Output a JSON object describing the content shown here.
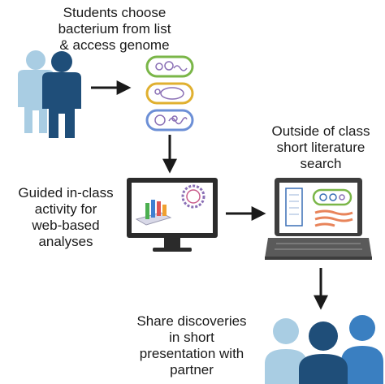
{
  "steps": {
    "choose": {
      "lines": [
        "Students choose",
        "bacterium from list",
        "& access genome"
      ]
    },
    "guided": {
      "lines": [
        "Guided in-class",
        "activity for",
        "web-based",
        "analyses"
      ]
    },
    "outside": {
      "lines": [
        "Outside of class",
        "short literature",
        "search"
      ]
    },
    "share": {
      "lines": [
        "Share discoveries",
        "in short",
        "presentation with",
        "partner"
      ]
    }
  },
  "colors": {
    "person_light": "#a9cde3",
    "person_dark": "#1f4e79",
    "person_mid": "#3a7fc1",
    "bacterium_green": "#7ab648",
    "bacterium_yellow": "#e0b030",
    "bacterium_blue": "#6c8fd6",
    "dna": "#8a6fb5",
    "monitor": "#2b2b2b",
    "laptop": "#3d3d3d",
    "arrow": "#1a1a1a"
  }
}
